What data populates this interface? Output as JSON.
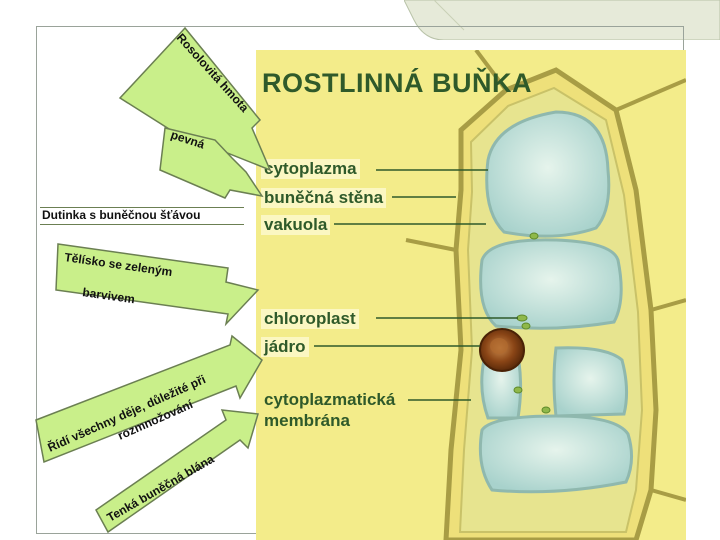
{
  "slide": {
    "title": "ROSTLINNÁ BUŇKA"
  },
  "labels": {
    "cytoplasm": "cytoplazma",
    "cell_wall": "buněčná stěna",
    "vacuole": "vakuola",
    "chloroplast": "chloroplast",
    "nucleus": "jádro",
    "membrane_line1": "cytoplazmatická",
    "membrane_line2": "membrána"
  },
  "definitions": {
    "cytoplasm_line1": "Rosolovitá hmota",
    "cell_wall": "pevná",
    "vacuole": "Dutinka s buněčnou šťávou",
    "chloroplast_line1": "Tělísko se zeleným",
    "chloroplast_line2": "barvivem",
    "nucleus_line1": "Řídí všechny děje, důležité při",
    "nucleus_line2": "rozmnožování",
    "membrane": "Tenká buněčná blána"
  },
  "colors": {
    "arrow_fill": "#c9ef8a",
    "arrow_stroke": "#6b7f52",
    "label_text": "#2f5a2a",
    "panel": "#f3ec8a",
    "wall": "#9a8f3a",
    "vacuole": "#bfe0d8",
    "nucleus": "#7a3b12"
  }
}
